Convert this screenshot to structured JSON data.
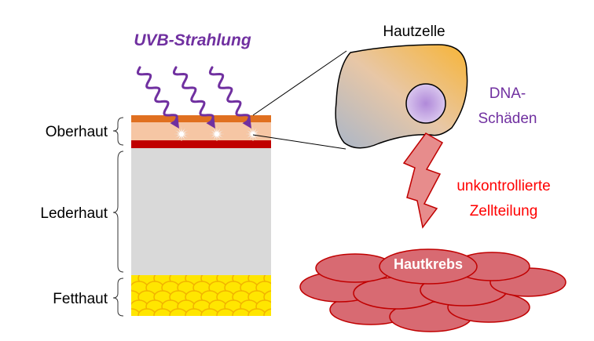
{
  "labels": {
    "uvb": "UVB-Strahlung",
    "oberhaut": "Oberhaut",
    "lederhaut": "Lederhaut",
    "fetthaut": "Fetthaut",
    "hautzelle": "Hautzelle",
    "dna_line1": "DNA-",
    "dna_line2": "Schäden",
    "teilung_line1": "unkontrollierte",
    "teilung_line2": "Zellteilung",
    "hautkrebs": "Hautkrebs"
  },
  "colors": {
    "uv_purple": "#7030a0",
    "red": "#ff0000",
    "dark_red": "#c00000",
    "epidermis_orange": "#e07020",
    "epidermis_peach": "#f6c6a4",
    "dermis_gray": "#d9d9d9",
    "fat_yellow": "#ffe600",
    "tumor_fill": "#d86a72",
    "bolt_fill": "#e78c8c",
    "nucleus": "#b89ad8"
  }
}
